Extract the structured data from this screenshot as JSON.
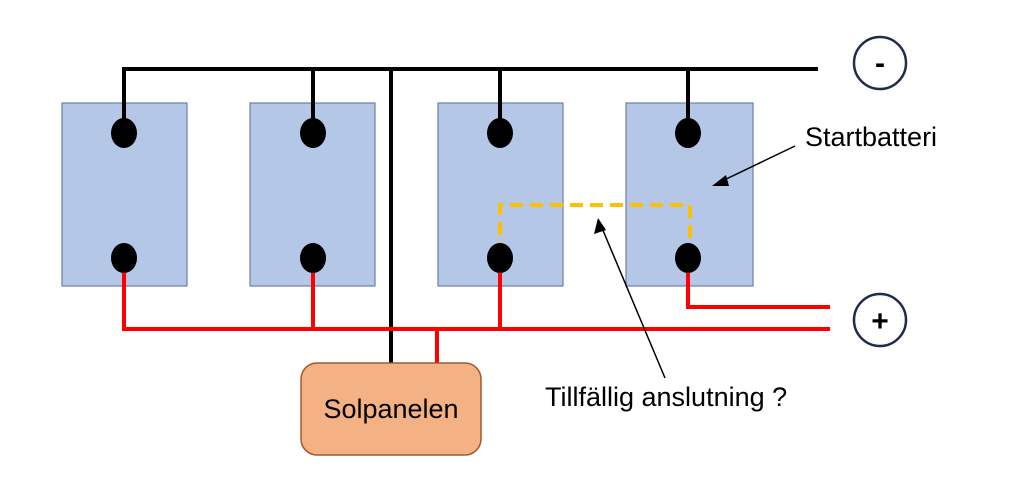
{
  "labels": {
    "minus": "-",
    "plus": "+",
    "starter_battery": "Startbatteri",
    "temporary_connection": "Tillfällig anslutning ?",
    "solar_panel": "Solpanelen"
  },
  "colors": {
    "battery_fill": "#b4c7e7",
    "battery_stroke": "#6b7fa8",
    "negative_wire": "#000000",
    "positive_wire": "#ff0000",
    "temporary_wire": "#ffc000",
    "solar_panel_fill": "#f4b183",
    "solar_panel_stroke": "#9e5a2e",
    "terminal": "#000000"
  },
  "batteries": [
    {
      "id": "battery-1"
    },
    {
      "id": "battery-2"
    },
    {
      "id": "battery-3"
    },
    {
      "id": "battery-4-starter"
    }
  ]
}
